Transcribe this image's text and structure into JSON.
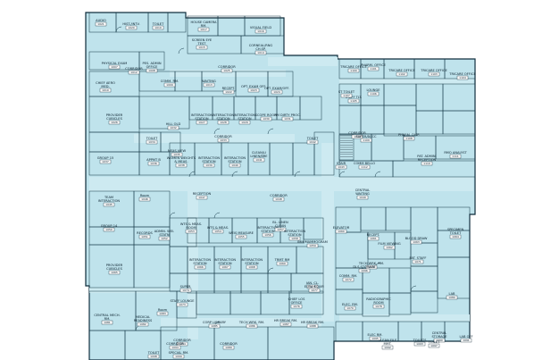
{
  "colors": {
    "room_fill": "#bfe3ec",
    "corridor_fill": "#cdeaf1",
    "wall": "#0f2b3a",
    "background": "#ffffff"
  },
  "rooms": [
    {
      "label": "AUDIO",
      "num": "1021"
    },
    {
      "label": "HIST./INTV.",
      "num": "1020"
    },
    {
      "label": "TOILET",
      "num": "1019"
    },
    {
      "label": "HOUSE CAMERA RM.",
      "num": "1017"
    },
    {
      "label": "VISUAL FIELD",
      "num": "1016"
    },
    {
      "label": "SCREEN EYE TEST",
      "num": "1015"
    },
    {
      "label": "CORNEAL/RNG CH.SP.",
      "num": "1014"
    },
    {
      "label": "PHYSICAL EXAM",
      "num": "1007"
    },
    {
      "label": "PES. ADMIN OFFICE",
      "num": "1008"
    },
    {
      "label": "COMM. RM.",
      "num": "1009"
    },
    {
      "label": "CHIEF AERO MED.",
      "num": "1010"
    },
    {
      "label": "CORRIDOR",
      "num": "1012"
    },
    {
      "label": "WAITING",
      "num": "1013"
    },
    {
      "label": "RECEPT.",
      "num": "1022"
    },
    {
      "label": "OPT. EXAM OFF.",
      "num": "1023"
    },
    {
      "label": "OPT. EXAM/OFF.",
      "num": "1024"
    },
    {
      "label": "CORRIDOR",
      "num": "1025"
    },
    {
      "label": "PROVIDER CUBICLES",
      "num": "1026"
    },
    {
      "label": "INTERACTION STATION",
      "num": "1027"
    },
    {
      "label": "INTERACTION STATION",
      "num": "1028"
    },
    {
      "label": "INTERACTION STATION",
      "num": "1029"
    },
    {
      "label": "SCOPE ROOM",
      "num": "1030"
    },
    {
      "label": "RM DIRTY PROC.",
      "num": "1031"
    },
    {
      "label": "HILL OLD",
      "num": "1032"
    },
    {
      "label": "CORRIDOR",
      "num": "1033"
    },
    {
      "label": "TOILET",
      "num": "1034"
    },
    {
      "label": "NEXS VIEW",
      "num": "1035"
    },
    {
      "label": "APPMT B",
      "num": "1036"
    },
    {
      "label": "GROUP 15",
      "num": "1037"
    },
    {
      "label": "WOMEN WEIGHTS & MEAS.",
      "num": "1038"
    },
    {
      "label": "INTERACTION STATION",
      "num": "1039"
    },
    {
      "label": "INTERACTION STATION",
      "num": "1040"
    },
    {
      "label": "CLEAN/LI LINEN/BRE",
      "num": "1041"
    },
    {
      "label": "TOILET",
      "num": "1042"
    },
    {
      "label": "STAIR",
      "num": "1043"
    },
    {
      "label": "CORRIDOR",
      "num": "1044"
    },
    {
      "label": "TEAM INTERACTION",
      "num": "1045"
    },
    {
      "label": "Room",
      "num": "1046"
    },
    {
      "label": "RECEPTION",
      "num": "1047"
    },
    {
      "label": "CORRIDOR",
      "num": "1048"
    },
    {
      "label": "CENTRAL WAITING",
      "num": "1049"
    },
    {
      "label": "GROUP 14",
      "num": "1050"
    },
    {
      "label": "RECORDS",
      "num": "1051"
    },
    {
      "label": "ADMIN. WEI. STATN",
      "num": "1052"
    },
    {
      "label": "WTS & MEAS. ROOM",
      "num": "1053"
    },
    {
      "label": "WTS & MEAS.",
      "num": "1054"
    },
    {
      "label": "WEIS MEASURE",
      "num": "1055"
    },
    {
      "label": "INTERACTION STATION",
      "num": "1056"
    },
    {
      "label": "BL. LINEN CLEAN",
      "num": "1057"
    },
    {
      "label": "INTERACTION STATION",
      "num": "1058"
    },
    {
      "label": "IMM/MAMMOGRAM",
      "num": "1059"
    },
    {
      "label": "ELEVATOR",
      "num": "1060"
    },
    {
      "label": "RECEPT.",
      "num": "1061"
    },
    {
      "label": "FILM VIEWING",
      "num": "1062"
    },
    {
      "label": "BLOOD DRAW",
      "num": "1063"
    },
    {
      "label": "SPECIMEN TOILET",
      "num": "1064"
    },
    {
      "label": "PROVIDER CUBICLES",
      "num": "1065"
    },
    {
      "label": "INTERACTION STATION",
      "num": "1066"
    },
    {
      "label": "INTERACTION STATION",
      "num": "1067"
    },
    {
      "label": "INTERACTION STATION",
      "num": "1068"
    },
    {
      "label": "TRMT RM",
      "num": "1069"
    },
    {
      "label": "TECH WRK. RM.",
      "num": "1070"
    },
    {
      "label": "PAT. STAFF",
      "num": "1071"
    },
    {
      "label": "COMM. RM.",
      "num": "1072"
    },
    {
      "label": "STAFF LOUNGE",
      "num": "1073"
    },
    {
      "label": "SUPER.",
      "num": "1074"
    },
    {
      "label": "JAN. CL.",
      "num": "1075"
    },
    {
      "label": "CHIEF LOS OFFICE",
      "num": "1076"
    },
    {
      "label": "ELEV. EQUIP.",
      "num": "1077"
    },
    {
      "label": "RADIOGRAPHIC ROOM",
      "num": "1078"
    },
    {
      "label": "ELEC. RM.",
      "num": "1079"
    },
    {
      "label": "LAB",
      "num": "1080"
    },
    {
      "label": "CENTRAL MECH. RM.",
      "num": "1081"
    },
    {
      "label": "MEDICAL READINESS",
      "num": "1082"
    },
    {
      "label": "Room",
      "num": "1083"
    },
    {
      "label": "CORRIDOR",
      "num": "1084"
    },
    {
      "label": "CORP LIBRARY",
      "num": "1085"
    },
    {
      "label": "TECH WRK. RM.",
      "num": "1086"
    },
    {
      "label": "HR BREAK RM.",
      "num": "1087"
    },
    {
      "label": "HR BREAK RM.",
      "num": "1088"
    },
    {
      "label": "CORRIDOR",
      "num": "1089"
    },
    {
      "label": "CENTRAL STORAGE",
      "num": "1090"
    },
    {
      "label": "LAB OFF",
      "num": "1091"
    },
    {
      "label": "CLEAN FILE MMT.",
      "num": "1092"
    },
    {
      "label": "TOILETS",
      "num": "1093"
    },
    {
      "label": "CORRIDOR",
      "num": "1094"
    },
    {
      "label": "ELEC RM.",
      "num": "1095"
    },
    {
      "label": "DLS STORAGE",
      "num": "1096"
    },
    {
      "label": "TOILET",
      "num": "1097"
    },
    {
      "label": "TOILET",
      "num": "1098"
    },
    {
      "label": "SPECIAL RM.",
      "num": "1099"
    },
    {
      "label": "TRICARE OFFICE",
      "num": "1100"
    },
    {
      "label": "PHARM. OFFICE",
      "num": "1101"
    },
    {
      "label": "TRICARE OFFICE",
      "num": "1102"
    },
    {
      "label": "TRICARE OFFICE",
      "num": "1103"
    },
    {
      "label": "TRICARE OFFICE",
      "num": "1104"
    },
    {
      "label": "STAFF TLT.",
      "num": "1105"
    },
    {
      "label": "LOUNGE",
      "num": "1106"
    },
    {
      "label": "ST TOILET",
      "num": "1107"
    },
    {
      "label": "PHARM. DISP.",
      "num": "1108"
    },
    {
      "label": "SUPER/BCCC",
      "num": "1109"
    },
    {
      "label": "PAT. ADMIN. RECEPTION",
      "num": "1110"
    },
    {
      "label": "RMO ANALYST",
      "num": "1111"
    },
    {
      "label": "COMM BELLO",
      "num": "1112"
    }
  ]
}
